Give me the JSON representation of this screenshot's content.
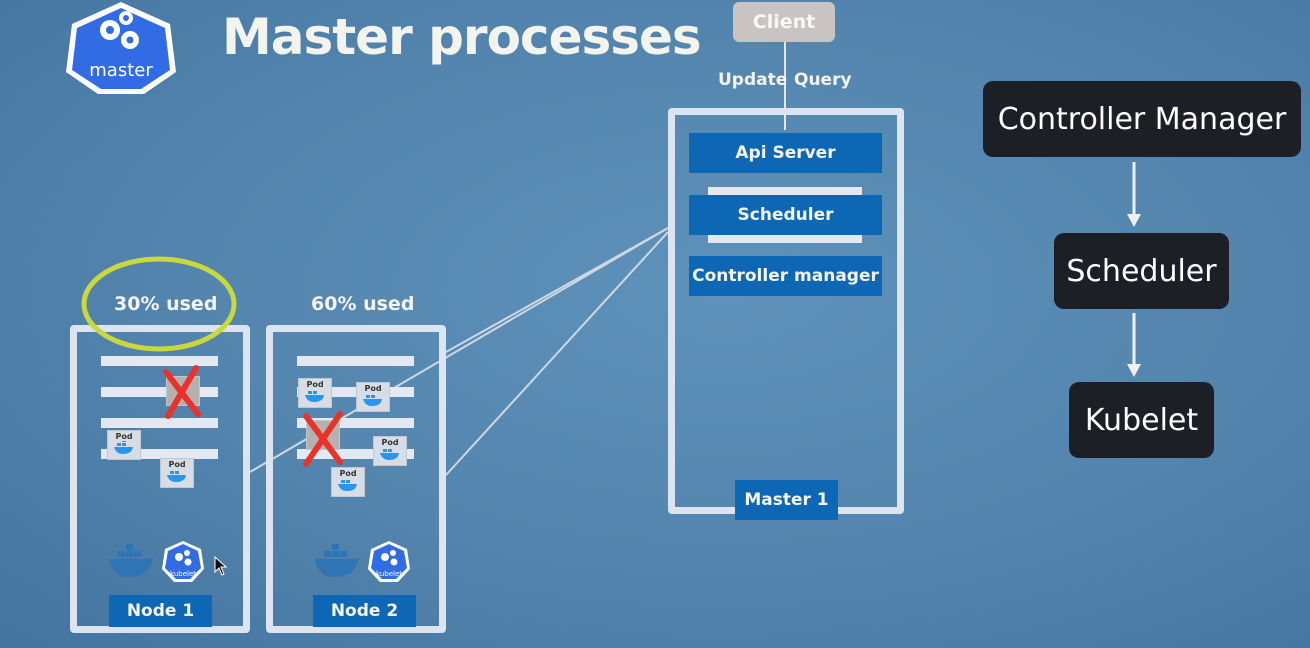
{
  "title": "Master processes",
  "logo": {
    "label": "master",
    "icon": "gear-cluster-icon"
  },
  "client": {
    "label": "Client",
    "update": "Update",
    "query": "Query"
  },
  "master": {
    "components": [
      "Api Server",
      "Scheduler",
      "Controller manager"
    ],
    "name": "Master 1"
  },
  "nodes": [
    {
      "name": "Node 1",
      "usage": "30% used",
      "highlighted": true,
      "pods_visible": 2,
      "pods_removed": 1
    },
    {
      "name": "Node 2",
      "usage": "60% used",
      "highlighted": false,
      "pods_visible": 4,
      "pods_removed": 1
    }
  ],
  "pod_label": "Pod",
  "kubelet_label": "kubelet",
  "flow": [
    "Controller Manager",
    "Scheduler",
    "Kubelet"
  ],
  "colors": {
    "background": "#5284ad",
    "component_blue": "#0d67b5",
    "highlight": "#c9d83c",
    "cross": "#e8322a",
    "flow_box": "#1c1f26"
  }
}
